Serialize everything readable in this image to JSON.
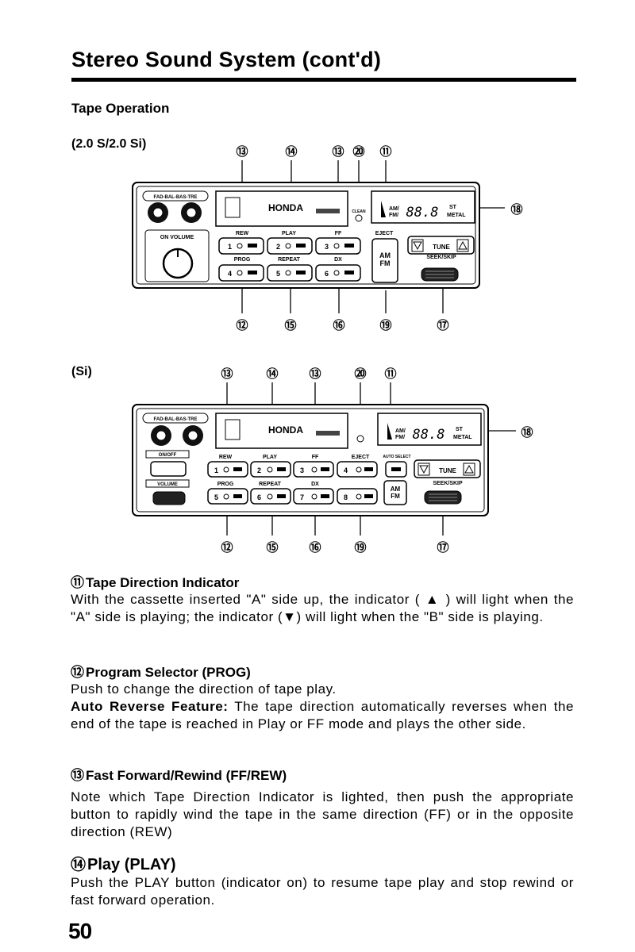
{
  "page": {
    "title": "Stereo Sound System (cont'd)",
    "section": "Tape Operation",
    "number": "50"
  },
  "diagram_top": {
    "model_label": "(2.0 S/2.0 Si)",
    "callouts_top": [
      "⑬",
      "⑭",
      "⑬",
      "⑳",
      "⑪"
    ],
    "callouts_bottom": [
      "⑫",
      "⑮",
      "⑯",
      "⑲",
      "⑰"
    ],
    "callout_right": "⑱",
    "brand": "HONDA",
    "knob_label": "FAD-BAL-BAS-TRE",
    "on_volume": "ON VOLUME",
    "clean": "CLEAN",
    "band": "AM/\nFM/",
    "display": "88.8",
    "st": "ST",
    "metal": "METAL",
    "labels_row1": [
      "REW",
      "PLAY",
      "FF",
      "EJECT"
    ],
    "labels_row2": [
      "PROG",
      "REPEAT",
      "DX",
      "SEEK/SKIP"
    ],
    "buttons_row1": [
      "1",
      "2",
      "3"
    ],
    "buttons_row2": [
      "4",
      "5",
      "6"
    ],
    "amfm": "AM\nFM",
    "tune": "TUNE"
  },
  "diagram_bottom": {
    "model_label": "(Si)",
    "callouts_top": [
      "⑬",
      "⑭",
      "⑬",
      "⑳",
      "⑪"
    ],
    "callouts_bottom": [
      "⑫",
      "⑮",
      "⑯",
      "⑲",
      "⑰"
    ],
    "callout_right": "⑱",
    "brand": "HONDA",
    "knob_label": "FAD-BAL-BAS-TRE",
    "on_off": "ON/OFF",
    "volume": "VOLUME",
    "band": "AM/\nFM/",
    "display": "88.8",
    "st": "ST",
    "metal": "METAL",
    "labels_row1": [
      "REW",
      "PLAY",
      "FF",
      "EJECT",
      "AUTO SELECT"
    ],
    "labels_row2": [
      "PROG",
      "REPEAT",
      "DX",
      "SEEK/SKIP"
    ],
    "buttons_row1": [
      "1",
      "2",
      "3",
      "4"
    ],
    "buttons_row2": [
      "5",
      "6",
      "7",
      "8"
    ],
    "amfm": "AM\nFM",
    "tune": "TUNE"
  },
  "items": [
    {
      "num": "⑪",
      "heading": "Tape Direction Indicator",
      "body_1": "With the cassette inserted \"A\" side up, the indicator (",
      "glyph_up": "▲",
      "body_2": ") will light when the \"A\" side is playing; the indicator (",
      "glyph_down": "▼",
      "body_3": ") will light when the \"B\" side is playing."
    },
    {
      "num": "⑫",
      "heading": "Program Selector (PROG)",
      "body": "Push to change the direction of tape play.",
      "feature_label": "Auto Reverse Feature:",
      "feature_body": " The tape direction automatically reverses when the end of the tape is reached in Play or FF mode and plays the other side."
    },
    {
      "num": "⑬",
      "heading": "Fast Forward/Rewind (FF/REW)",
      "body": "Note which Tape Direction Indicator is lighted, then push the appropriate button to rapidly wind the tape in the same direction (FF) or in the opposite direction (REW)"
    },
    {
      "num": "⑭",
      "heading": "Play (PLAY)",
      "body": "Push the PLAY button (indicator on) to resume tape play and stop rewind or fast forward operation."
    }
  ]
}
